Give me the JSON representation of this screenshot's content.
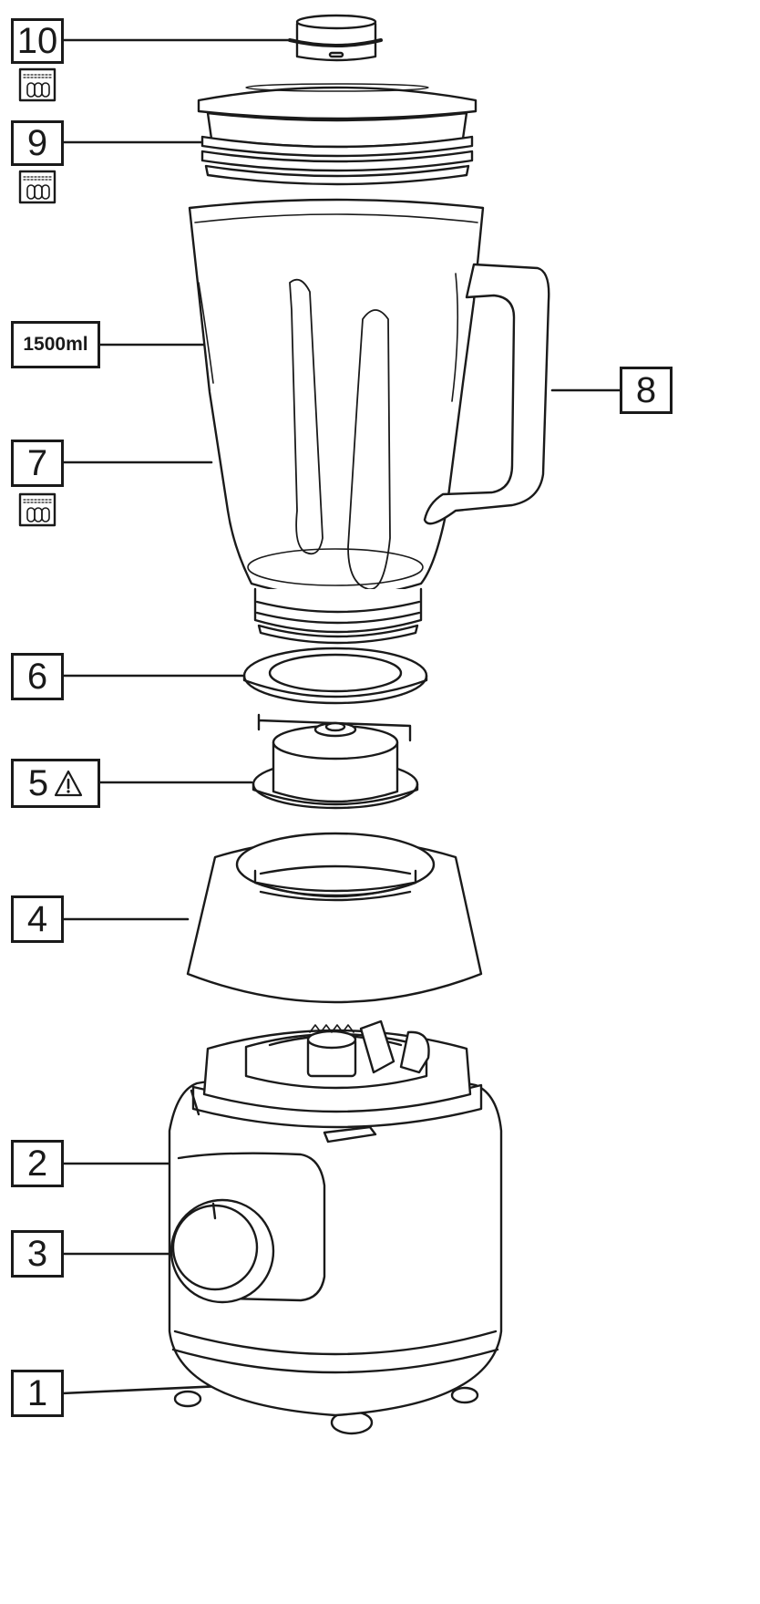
{
  "labels": {
    "part_10": "10",
    "part_9": "9",
    "capacity": "1500ml",
    "part_8": "8",
    "part_7": "7",
    "part_6": "6",
    "part_5": "5",
    "part_4": "4",
    "part_2": "2",
    "part_3": "3",
    "part_1": "1"
  },
  "icons": {
    "dishwasher": "dishwasher-safe-icon",
    "warning": "warning-triangle-icon"
  },
  "colors": {
    "line": "#1a1a1a",
    "background": "#ffffff"
  }
}
